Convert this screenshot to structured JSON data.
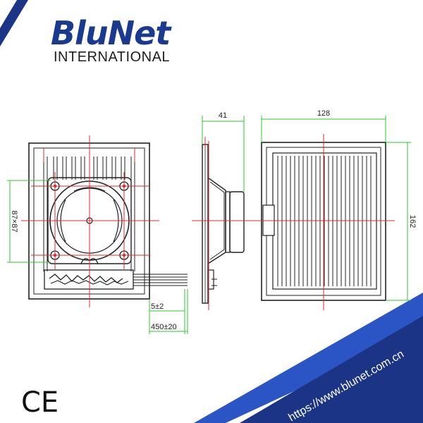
{
  "brand": {
    "name": "BluNet",
    "registered_mark": "®",
    "subtitle": "INTERNATIONAL",
    "color": "#1a3a8f"
  },
  "dimensions": {
    "side_depth": "41",
    "rear_width": "128",
    "rear_height": "162",
    "hole_spacing": "87×87",
    "offset": "5±2",
    "wire_length": "450±20"
  },
  "footer": {
    "certification": "CE",
    "website": "https://www.blunet.com.cn"
  },
  "colors": {
    "dimension_line": "#2fc92f",
    "center_line": "#e8262a",
    "drawing_line": "#222222",
    "banner_dark": "#1c3486",
    "banner_light": "#2b54c4"
  }
}
